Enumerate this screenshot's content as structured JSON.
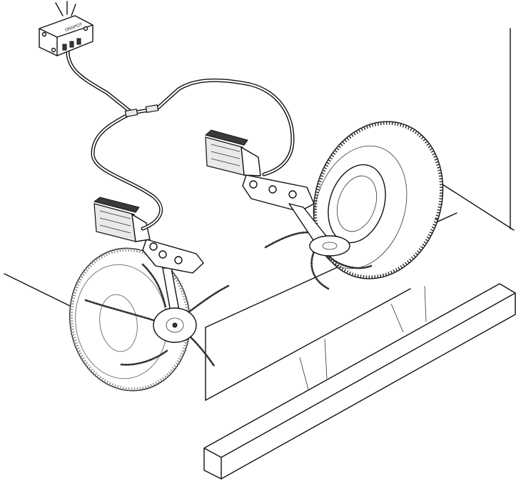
{
  "diagram": {
    "control_box_label": "ONSPOT",
    "components": [
      "control-box",
      "air-lines",
      "actuator-left",
      "actuator-right",
      "swing-arm-left",
      "swing-arm-right",
      "chain-wheel-left",
      "chain-wheel-right",
      "tire-left",
      "tire-right",
      "vehicle-body",
      "curb"
    ]
  }
}
